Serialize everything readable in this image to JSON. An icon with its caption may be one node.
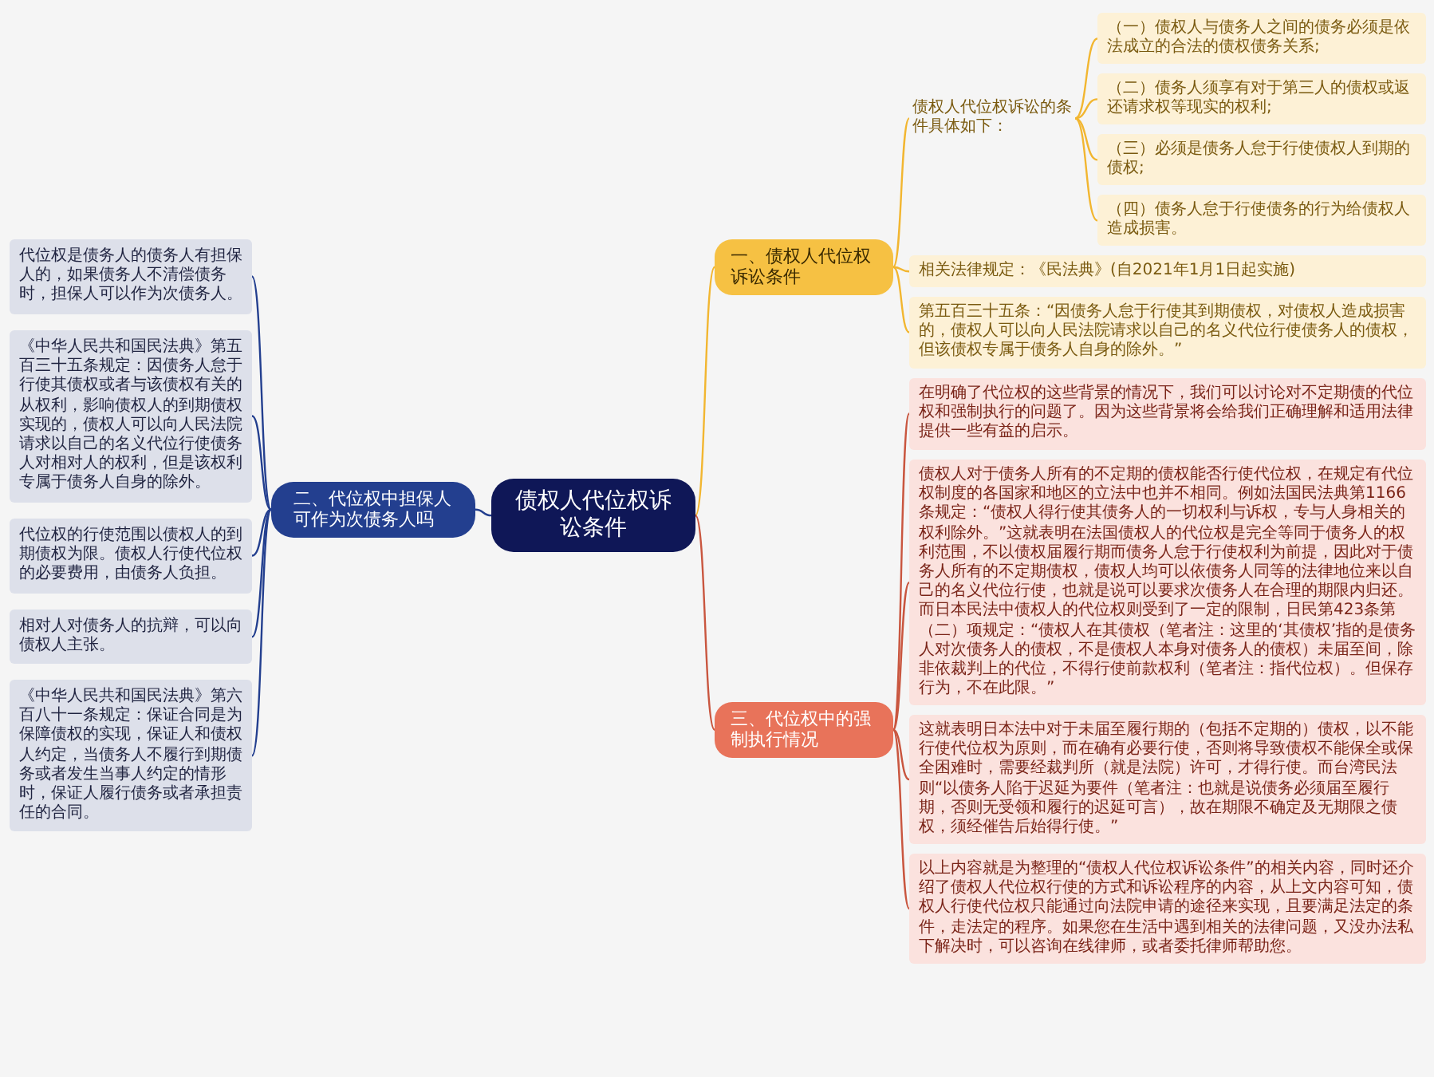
{
  "diagram": {
    "nodes": [
      {
        "text": [
          "债权人代位权诉讼条件"
        ]
      },
      {
        "text": [
          "一、债权人代位权诉讼条件"
        ]
      },
      {
        "text": [
          "债权人代位权诉讼的条件具体如下："
        ]
      },
      {
        "text": [
          "（一）债权人与债务人之间的债务必须是依法成立的合法的债权债务关系;"
        ]
      },
      {
        "text": [
          "（二）债务人须享有对于第三人的债权或返还请求权等现实的权利;"
        ]
      },
      {
        "text": [
          "（三）必须是债务人怠于行使债权人到期的债权;"
        ]
      },
      {
        "text": [
          "（四）债务人怠于行使债务的行为给债权人造成损害。"
        ]
      },
      {
        "text": [
          "相关法律规定：《民法典》(自2021年1月1日起实施)"
        ]
      },
      {
        "text": [
          "第五百三十五条：“因债务人怠于行使其到期债权，对债权人造成损害的，债权人可以向人民法院请求以自己的名义代位行使债务人的债权，但该债权专属于债务人自身的除外。”"
        ]
      },
      {
        "text": [
          "二、代位权中担保人可作为次债务人吗"
        ]
      },
      {
        "text": [
          "代位权是债务人的债务人有担保人的，如果债务人不清偿债务时，担保人可以作为次债务人。"
        ]
      },
      {
        "text": [
          "《中华人民共和国民法典》第五百三十五条规定：因债务人怠于行使其债权或者与该债权有关的从权利，影响债权人的到期债权实现的，债权人可以向人民法院请求以自己的名义代位行使债务人对相对人的权利，但是该权利专属于债务人自身的除外。"
        ]
      },
      {
        "text": [
          "代位权的行使范围以债权人的到期债权为限。债权人行使代位权的必要费用，由债务人负担。"
        ]
      },
      {
        "text": [
          "相对人对债务人的抗辩，可以向债权人主张。"
        ]
      },
      {
        "text": [
          "《中华人民共和国民法典》第六百八十一条规定：保证合同是为保障债权的实现，保证人和债权人约定，当债务人不履行到期债务或者发生当事人约定的情形时，保证人履行债务或者承担责任的合同。"
        ]
      },
      {
        "text": [
          "三、代位权中的强制执行情况"
        ]
      },
      {
        "text": [
          "在明确了代位权的这些背景的情况下，我们可以讨论对不定期债的代位权和强制执行的问题了。因为这些背景将会给我们正确理解和适用法律提供一些有益的启示。"
        ]
      },
      {
        "text": [
          "债权人对于债务人所有的不定期的债权能否行使代位权，在规定有代位权制度的各国家和地区的立法中也并不相同。例如法国民法典第1166条规定：“债权人得行使其债务人的一切权利与诉权，专与人身相关的权利除外。”这就表明在法国债权人的代位权是完全等同于债务人的权利范围，不以债权届履行期而债务人怠于行使权利为前提，因此对于债务人所有的不定期债权，债权人均可以依债务人同等的法律地位来以自己的名义代位行使，也就是说可以要求次债务人在合理的期限内归还。而日本民法中债权人的代位权则受到了一定的限制，日民第423条第（二）项规定：“债权人在其债权（笔者注：这里的‘其债权’指的是债务人对次债务人的债权，不是债权人本身对债务人的债权）未届至间，除非依裁判上的代位，不得行使前款权利（笔者注：指代位权）。但保存行为，不在此限。”"
        ]
      },
      {
        "text": [
          "这就表明日本法中对于未届至履行期的（包括不定期的）债权，以不能行使代位权为原则，而在确有必要行使，否则将导致债权不能保全或保全困难时，需要经裁判所（就是法院）许可，才得行使。而台湾民法则“以债务人陷于迟延为要件（笔者注：也就是说债务必须届至履行期，否则无受领和履行的迟延可言），故在期限不确定及无期限之债权，须经催告后始得行使。”"
        ]
      },
      {
        "text": [
          "以上内容就是为整理的“债权人代位权诉讼条件”的相关内容，同时还介绍了债权人代位权行使的方式和诉讼程序的内容，从上文内容可知，债权人行使代位权只能通过向法院申请的途径来实现，且要满足法定的条件，走法定的程序。如果您在生活中遇到相关的法律问题，又没办法私下解决时，可以咨询在线律师，或者委托律师帮助您。"
        ]
      }
    ],
    "edges": [
      {
        "from": 0,
        "to": 1,
        "arrow": "none"
      },
      {
        "from": 1,
        "to": 2,
        "arrow": "none"
      },
      {
        "from": 2,
        "to": 3,
        "arrow": "none"
      },
      {
        "from": 2,
        "to": 4,
        "arrow": "none"
      },
      {
        "from": 2,
        "to": 5,
        "arrow": "none"
      },
      {
        "from": 2,
        "to": 6,
        "arrow": "none"
      },
      {
        "from": 1,
        "to": 7,
        "arrow": "none"
      },
      {
        "from": 1,
        "to": 8,
        "arrow": "none"
      },
      {
        "from": 0,
        "to": 9,
        "arrow": "none",
        "color": "#233f8f"
      },
      {
        "from": 9,
        "to": 10,
        "arrow": "none",
        "color": "#233f8f"
      },
      {
        "from": 9,
        "to": 11,
        "arrow": "none",
        "color": "#233f8f"
      },
      {
        "from": 9,
        "to": 12,
        "arrow": "none",
        "color": "#233f8f"
      },
      {
        "from": 9,
        "to": 13,
        "arrow": "none",
        "color": "#233f8f"
      },
      {
        "from": 9,
        "to": 14,
        "arrow": "none",
        "color": "#233f8f"
      },
      {
        "from": 0,
        "to": 15,
        "arrow": "none",
        "color": "#c9563f"
      },
      {
        "from": 15,
        "to": 16,
        "arrow": "none",
        "color": "#c9563f"
      },
      {
        "from": 15,
        "to": 17,
        "arrow": "none",
        "color": "#c9563f"
      },
      {
        "from": 15,
        "to": 18,
        "arrow": "none",
        "color": "#c9563f"
      },
      {
        "from": 15,
        "to": 19,
        "arrow": "none",
        "color": "#c9563f"
      }
    ]
  }
}
